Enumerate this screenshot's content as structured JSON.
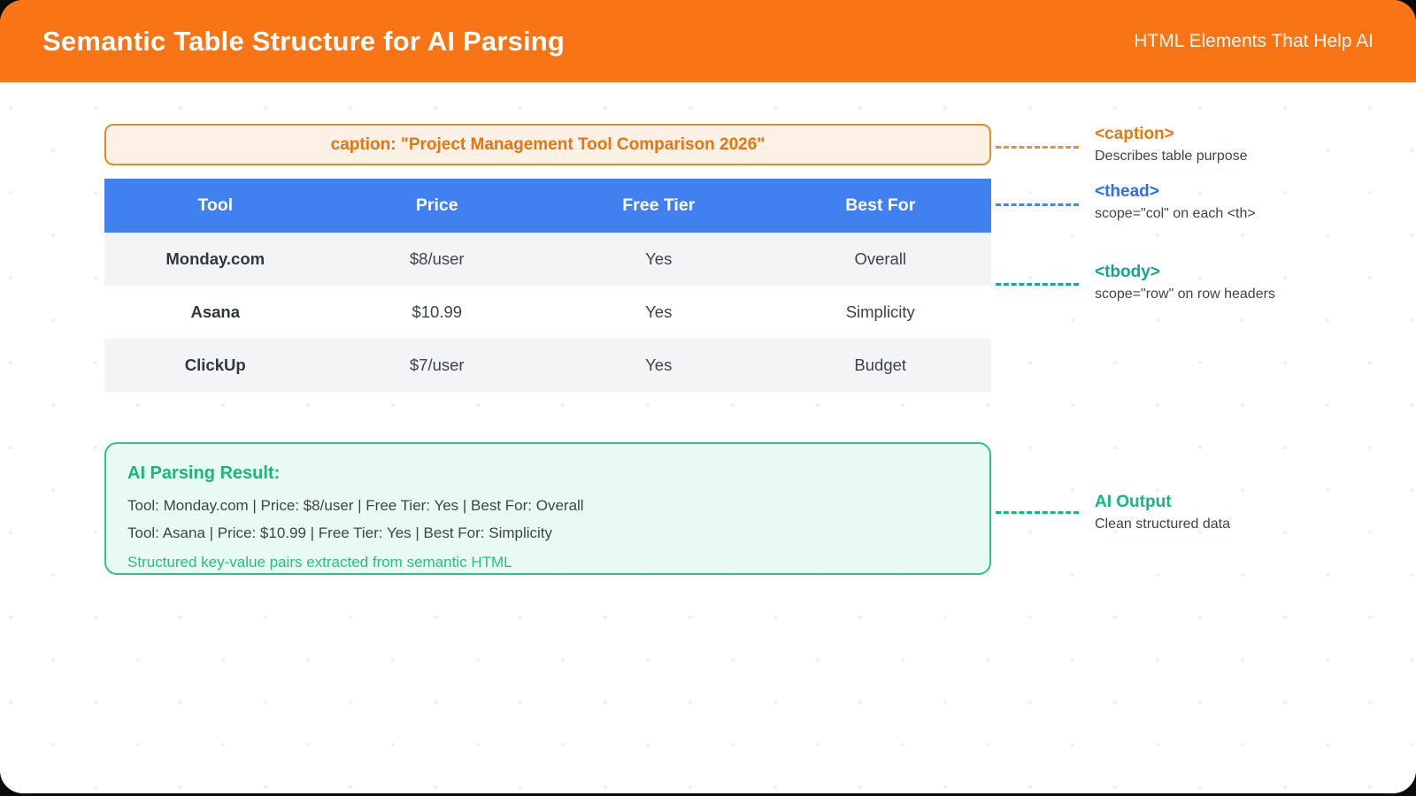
{
  "header": {
    "title": "Semantic Table Structure for AI Parsing",
    "subtitle": "HTML Elements That Help AI"
  },
  "caption_box": {
    "text": "caption: \"Project Management Tool Comparison 2026\""
  },
  "table": {
    "columns": [
      "Tool",
      "Price",
      "Free Tier",
      "Best For"
    ],
    "rows": [
      [
        "Monday.com",
        "$8/user",
        "Yes",
        "Overall"
      ],
      [
        "Asana",
        "$10.99",
        "Yes",
        "Simplicity"
      ],
      [
        "ClickUp",
        "$7/user",
        "Yes",
        "Budget"
      ]
    ]
  },
  "result_box": {
    "title": "AI Parsing Result:",
    "lines": [
      "Tool: Monday.com | Price: $8/user | Free Tier: Yes | Best For: Overall",
      "Tool: Asana | Price: $10.99 | Free Tier: Yes | Best For: Simplicity"
    ],
    "footnote": "Structured key-value pairs extracted from semantic HTML"
  },
  "annotations": [
    {
      "title": "<caption>",
      "description": "Describes table purpose",
      "color": "#E8790F"
    },
    {
      "title": "<thead>",
      "description": "scope=\"col\" on each <th>",
      "color": "#2F6FE4"
    },
    {
      "title": "<tbody>",
      "description": "scope=\"row\" on row headers",
      "color": "#17A398"
    },
    {
      "title": "AI Output",
      "description": "Clean structured data",
      "color": "#14B87E"
    }
  ],
  "colors": {
    "header_bg": "#F97415",
    "table_header_bg": "#4080F0",
    "row_alt_bg": "#F3F4F6",
    "caption_border": "#DE8A2D",
    "caption_bg": "#FDF1E5",
    "caption_text": "#E8730F",
    "result_border": "#31C08C",
    "result_bg": "#E9FAF2",
    "result_accent": "#14B87E"
  }
}
